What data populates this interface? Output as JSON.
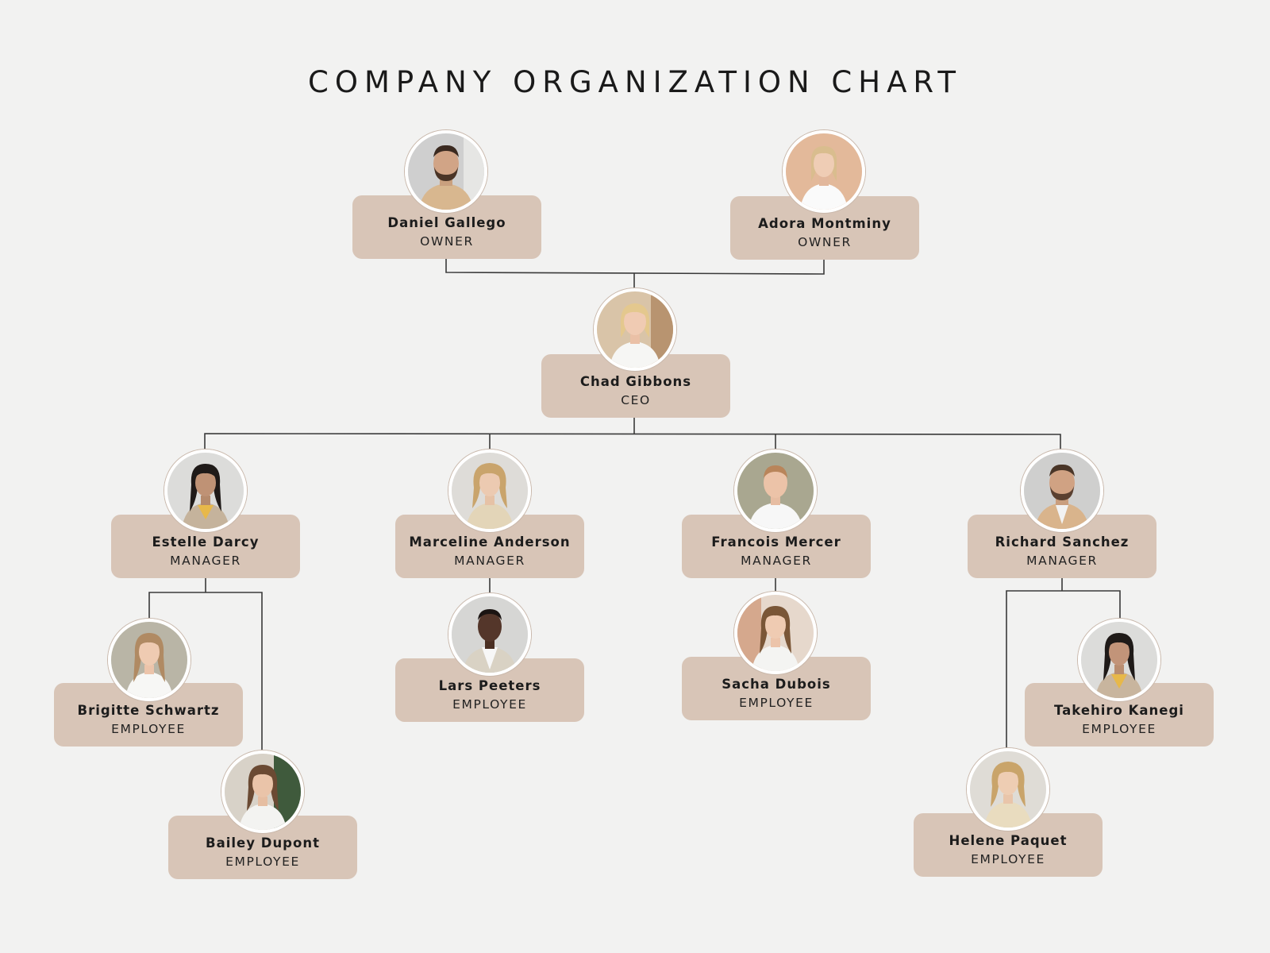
{
  "title": "COMPANY ORGANIZATION CHART",
  "colors": {
    "background": "#f2f2f1",
    "card": "#d8c5b7",
    "line": "#3a3a3a"
  },
  "people": [
    {
      "name": "Daniel Gallego",
      "role": "OWNER",
      "icon": "man-beard-portrait"
    },
    {
      "name": "Adora Montminy",
      "role": "OWNER",
      "icon": "woman-blonde-portrait"
    },
    {
      "name": "Chad Gibbons",
      "role": "CEO",
      "icon": "woman-blonde-portrait"
    },
    {
      "name": "Estelle Darcy",
      "role": "MANAGER",
      "icon": "woman-dark-hair-portrait"
    },
    {
      "name": "Marceline Anderson",
      "role": "MANAGER",
      "icon": "woman-curly-hair-portrait"
    },
    {
      "name": "Francois Mercer",
      "role": "MANAGER",
      "icon": "man-short-hair-portrait"
    },
    {
      "name": "Richard Sanchez",
      "role": "MANAGER",
      "icon": "man-beard-portrait"
    },
    {
      "name": "Brigitte Schwartz",
      "role": "EMPLOYEE",
      "icon": "woman-long-hair-portrait"
    },
    {
      "name": "Bailey Dupont",
      "role": "EMPLOYEE",
      "icon": "woman-brown-hair-portrait"
    },
    {
      "name": "Lars Peeters",
      "role": "EMPLOYEE",
      "icon": "man-dark-portrait"
    },
    {
      "name": "Sacha Dubois",
      "role": "EMPLOYEE",
      "icon": "woman-brown-hair-portrait"
    },
    {
      "name": "Takehiro Kanegi",
      "role": "EMPLOYEE",
      "icon": "woman-dark-hair-portrait"
    },
    {
      "name": "Helene Paquet",
      "role": "EMPLOYEE",
      "icon": "woman-curly-hair-portrait"
    }
  ]
}
